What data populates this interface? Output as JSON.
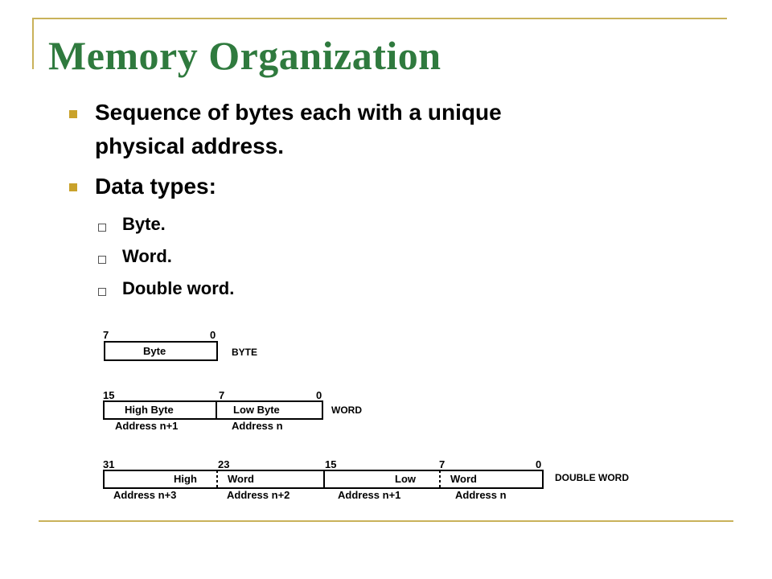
{
  "slide": {
    "title": "Memory Organization",
    "bullets": [
      {
        "text_line1": "Sequence of bytes each with a unique",
        "text_line2": "physical address."
      },
      {
        "text": "Data types:"
      }
    ],
    "subbullets": [
      "Byte.",
      "Word.",
      "Double word."
    ]
  },
  "diagram": {
    "byte": {
      "bit_hi": "7",
      "bit_lo": "0",
      "cell": "Byte",
      "label": "BYTE"
    },
    "word": {
      "bit_hi": "15",
      "bit_mid": "7",
      "bit_lo": "0",
      "cell_high": "High Byte",
      "cell_low": "Low Byte",
      "addr_high": "Address n+1",
      "addr_low": "Address n",
      "label": "WORD"
    },
    "dword": {
      "bit_31": "31",
      "bit_23": "23",
      "bit_15": "15",
      "bit_7": "7",
      "bit_0": "0",
      "c1": "High",
      "c2": "Word",
      "c3": "Low",
      "c4": "Word",
      "a1": "Address n+3",
      "a2": "Address n+2",
      "a3": "Address n+1",
      "a4": "Address n",
      "label": "DOUBLE WORD"
    }
  },
  "colors": {
    "title": "#2f7a3e",
    "bullet": "#c9a22b",
    "frame": "#c9b25a"
  }
}
